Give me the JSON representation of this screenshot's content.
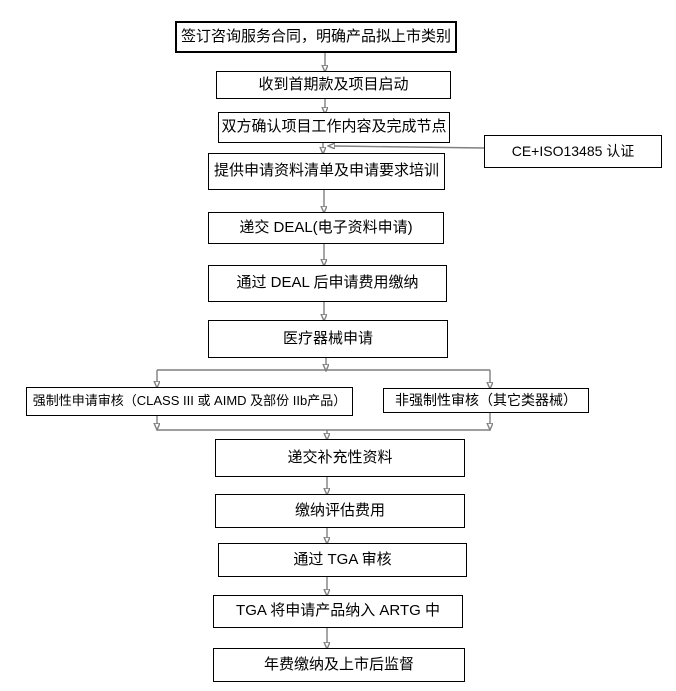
{
  "page": {
    "background_color": "#ffffff",
    "box_border_color": "#000000",
    "connector_color": "#7f7f7f",
    "arrowhead_color": "#444444",
    "text_color": "#000000"
  },
  "flowchart": {
    "title": "TGA registration process flowchart",
    "nodes": [
      {
        "id": "sign-contract",
        "label": "签订咨询服务合同，明确产品拟上市类别"
      },
      {
        "id": "receive-payment",
        "label": "收到首期款及项目启动"
      },
      {
        "id": "confirm-scope",
        "label": "双方确认项目工作内容及完成节点"
      },
      {
        "id": "ce-iso-cert",
        "label": "CE+ISO13485 认证"
      },
      {
        "id": "provide-doc-list",
        "label": "提供申请资料清单及申请要求培训"
      },
      {
        "id": "submit-deal",
        "label": "递交 DEAL(电子资料申请)"
      },
      {
        "id": "deal-fee-payment",
        "label": "通过 DEAL 后申请费用缴纳"
      },
      {
        "id": "device-application",
        "label": "医疗器械申请"
      },
      {
        "id": "mandatory-audit",
        "label": "强制性申请审核（CLASS III 或 AIMD 及部份 IIb产品）"
      },
      {
        "id": "non-mandatory-audit",
        "label": "非强制性审核（其它类器械）"
      },
      {
        "id": "supplementary-data",
        "label": "递交补充性资料"
      },
      {
        "id": "assessment-fee",
        "label": "缴纳评估费用"
      },
      {
        "id": "tga-audit",
        "label": "通过 TGA 审核"
      },
      {
        "id": "artg-inclusion",
        "label": "TGA 将申请产品纳入 ARTG 中"
      },
      {
        "id": "annual-fee",
        "label": "年费缴纳及上市后监督"
      }
    ]
  }
}
